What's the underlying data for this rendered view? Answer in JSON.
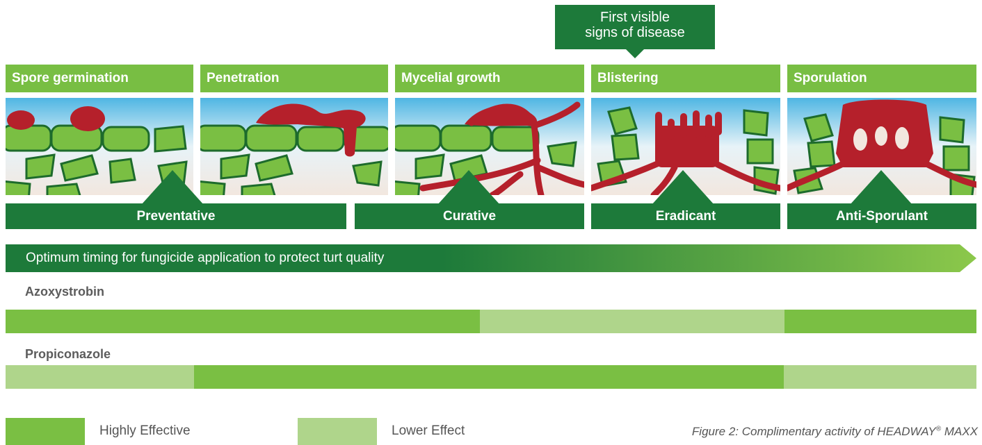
{
  "callout": {
    "line1": "First visible",
    "line2": "signs of disease"
  },
  "stages": [
    {
      "label": "Spore germination"
    },
    {
      "label": "Penetration"
    },
    {
      "label": "Mycelial growth"
    },
    {
      "label": "Blistering"
    },
    {
      "label": "Sporulation"
    }
  ],
  "actions": [
    {
      "label": "Preventative"
    },
    {
      "label": "Curative"
    },
    {
      "label": "Eradicant"
    },
    {
      "label": "Anti-Sporulant"
    }
  ],
  "timing": {
    "label": "Optimum timing for fungicide application to protect turt quality"
  },
  "rows": [
    {
      "label": "Azoxystrobin",
      "segments": [
        "Highly Effective",
        "Lower Effect",
        "Highly Effective"
      ]
    },
    {
      "label": "Propiconazole",
      "segments": [
        "Lower Effect",
        "Highly Effective",
        "Lower Effect"
      ]
    }
  ],
  "legend": {
    "high": "Highly Effective",
    "low": "Lower Effect"
  },
  "caption": {
    "text": "Figure 2: Complimentary activity of HEADWAY",
    "reg": "®",
    "suffix": " MAXX"
  },
  "colors": {
    "dark_green": "#1d7a3a",
    "mid_green": "#78be43",
    "light_green": "#afd58b",
    "disease_red": "#b5202b",
    "sky": "#4fb6e3"
  }
}
